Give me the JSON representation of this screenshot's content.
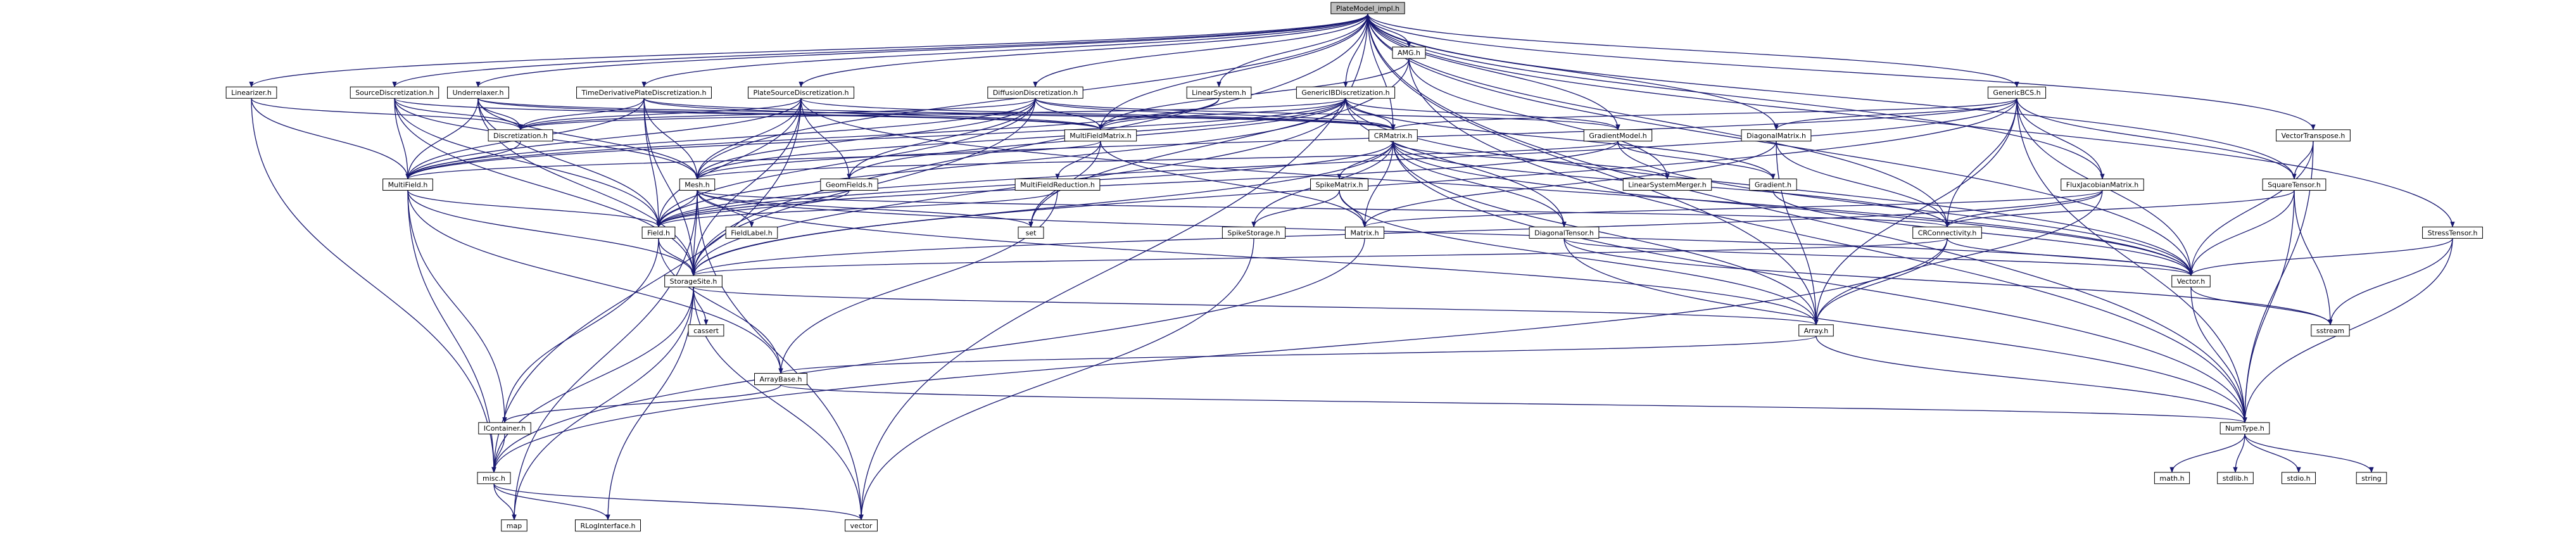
{
  "colors": {
    "edge": "#191970",
    "node_fill": "#ffffff",
    "node_fill_root": "#bfbfbf",
    "node_border": "#000000",
    "node_border_truncated": "#ff0000",
    "node_border_system": "#bfbfbf",
    "text": "#000000"
  },
  "nodes": [
    {
      "id": "platemodel_impl_h",
      "label": "PlateModel_impl.h",
      "kind": "root"
    },
    {
      "id": "amg_h",
      "label": "AMG.h",
      "kind": "truncated"
    },
    {
      "id": "linearizer_h",
      "label": "Linearizer.h",
      "kind": "normal"
    },
    {
      "id": "sourcediscretization_h",
      "label": "SourceDiscretization.h",
      "kind": "truncated"
    },
    {
      "id": "underrelaxer_h",
      "label": "Underrelaxer.h",
      "kind": "normal"
    },
    {
      "id": "timederivativeplatediscretization_h",
      "label": "TimeDerivativePlateDiscretization.h",
      "kind": "normal"
    },
    {
      "id": "platesourcediscretization_h",
      "label": "PlateSourceDiscretization.h",
      "kind": "truncated"
    },
    {
      "id": "diffusiondiscretization_h",
      "label": "DiffusionDiscretization.h",
      "kind": "normal"
    },
    {
      "id": "linearsystem_h",
      "label": "LinearSystem.h",
      "kind": "normal"
    },
    {
      "id": "genericibdiscretization_h",
      "label": "GenericIBDiscretization.h",
      "kind": "truncated"
    },
    {
      "id": "genericbcs_h",
      "label": "GenericBCS.h",
      "kind": "normal"
    },
    {
      "id": "discretization_h",
      "label": "Discretization.h",
      "kind": "normal"
    },
    {
      "id": "multifieldmatrix_h",
      "label": "MultiFieldMatrix.h",
      "kind": "normal"
    },
    {
      "id": "crmatrix_h",
      "label": "CRMatrix.h",
      "kind": "normal"
    },
    {
      "id": "gradientmodel_h",
      "label": "GradientModel.h",
      "kind": "truncated"
    },
    {
      "id": "diagonalmatrix_h",
      "label": "DiagonalMatrix.h",
      "kind": "normal"
    },
    {
      "id": "vectortranspose_h",
      "label": "VectorTranspose.h",
      "kind": "normal"
    },
    {
      "id": "multifield_h",
      "label": "MultiField.h",
      "kind": "normal"
    },
    {
      "id": "mesh_h",
      "label": "Mesh.h",
      "kind": "normal"
    },
    {
      "id": "geomfields_h",
      "label": "GeomFields.h",
      "kind": "normal"
    },
    {
      "id": "multifieldreduction_h",
      "label": "MultiFieldReduction.h",
      "kind": "normal"
    },
    {
      "id": "spikematrix_h",
      "label": "SpikeMatrix.h",
      "kind": "truncated"
    },
    {
      "id": "linearsystemmerger_h",
      "label": "LinearSystemMerger.h",
      "kind": "normal"
    },
    {
      "id": "gradient_h",
      "label": "Gradient.h",
      "kind": "normal"
    },
    {
      "id": "fluxjacobianmatrix_h",
      "label": "FluxJacobianMatrix.h",
      "kind": "normal"
    },
    {
      "id": "squaretensor_h",
      "label": "SquareTensor.h",
      "kind": "normal"
    },
    {
      "id": "field_h",
      "label": "Field.h",
      "kind": "normal"
    },
    {
      "id": "fieldlabel_h",
      "label": "FieldLabel.h",
      "kind": "normal"
    },
    {
      "id": "set",
      "label": "set",
      "kind": "system"
    },
    {
      "id": "spikestorage_h",
      "label": "SpikeStorage.h",
      "kind": "normal"
    },
    {
      "id": "matrix_h",
      "label": "Matrix.h",
      "kind": "normal"
    },
    {
      "id": "diagonaltensor_h",
      "label": "DiagonalTensor.h",
      "kind": "normal"
    },
    {
      "id": "crconnectivity_h",
      "label": "CRConnectivity.h",
      "kind": "normal"
    },
    {
      "id": "stresstensor_h",
      "label": "StressTensor.h",
      "kind": "normal"
    },
    {
      "id": "storagesite_h",
      "label": "StorageSite.h",
      "kind": "normal"
    },
    {
      "id": "vector_h",
      "label": "Vector.h",
      "kind": "normal"
    },
    {
      "id": "cassert",
      "label": "cassert",
      "kind": "system"
    },
    {
      "id": "array_h",
      "label": "Array.h",
      "kind": "normal"
    },
    {
      "id": "sstream",
      "label": "sstream",
      "kind": "system"
    },
    {
      "id": "arraybase_h",
      "label": "ArrayBase.h",
      "kind": "normal"
    },
    {
      "id": "icontainer_h",
      "label": "IContainer.h",
      "kind": "truncated"
    },
    {
      "id": "numtype_h",
      "label": "NumType.h",
      "kind": "normal"
    },
    {
      "id": "misc_h",
      "label": "misc.h",
      "kind": "truncated"
    },
    {
      "id": "math_h",
      "label": "math.h",
      "kind": "system"
    },
    {
      "id": "stdlib_h",
      "label": "stdlib.h",
      "kind": "system"
    },
    {
      "id": "stdio_h",
      "label": "stdio.h",
      "kind": "system"
    },
    {
      "id": "string",
      "label": "string",
      "kind": "system"
    },
    {
      "id": "map",
      "label": "map",
      "kind": "system"
    },
    {
      "id": "rloginterface_h",
      "label": "RLogInterface.h",
      "kind": "truncated"
    },
    {
      "id": "vector",
      "label": "vector",
      "kind": "system"
    }
  ],
  "edges": [
    [
      "platemodel_impl_h",
      "amg_h"
    ],
    [
      "platemodel_impl_h",
      "linearizer_h"
    ],
    [
      "platemodel_impl_h",
      "sourcediscretization_h"
    ],
    [
      "platemodel_impl_h",
      "underrelaxer_h"
    ],
    [
      "platemodel_impl_h",
      "timederivativeplatediscretization_h"
    ],
    [
      "platemodel_impl_h",
      "platesourcediscretization_h"
    ],
    [
      "platemodel_impl_h",
      "diffusiondiscretization_h"
    ],
    [
      "platemodel_impl_h",
      "linearsystem_h"
    ],
    [
      "platemodel_impl_h",
      "genericibdiscretization_h"
    ],
    [
      "platemodel_impl_h",
      "genericbcs_h"
    ],
    [
      "platemodel_impl_h",
      "vectortranspose_h"
    ],
    [
      "platemodel_impl_h",
      "stresstensor_h"
    ],
    [
      "platemodel_impl_h",
      "crmatrix_h"
    ],
    [
      "platemodel_impl_h",
      "gradientmodel_h"
    ],
    [
      "platemodel_impl_h",
      "diagonalmatrix_h"
    ],
    [
      "platemodel_impl_h",
      "multifieldmatrix_h"
    ],
    [
      "platemodel_impl_h",
      "mesh_h"
    ],
    [
      "platemodel_impl_h",
      "crconnectivity_h"
    ],
    [
      "platemodel_impl_h",
      "storagesite_h"
    ],
    [
      "platemodel_impl_h",
      "vector_h"
    ],
    [
      "platemodel_impl_h",
      "squaretensor_h"
    ],
    [
      "platemodel_impl_h",
      "array_h"
    ],
    [
      "platemodel_impl_h",
      "numtype_h"
    ],
    [
      "platemodel_impl_h",
      "fluxjacobianmatrix_h"
    ],
    [
      "platemodel_impl_h",
      "vector"
    ],
    [
      "amg_h",
      "multifieldmatrix_h"
    ],
    [
      "amg_h",
      "linearsystemmerger_h"
    ],
    [
      "amg_h",
      "set"
    ],
    [
      "amg_h",
      "numtype_h"
    ],
    [
      "linearizer_h",
      "multifield_h"
    ],
    [
      "linearizer_h",
      "discretization_h"
    ],
    [
      "linearizer_h",
      "misc_h"
    ],
    [
      "sourcediscretization_h",
      "discretization_h"
    ],
    [
      "sourcediscretization_h",
      "multifield_h"
    ],
    [
      "sourcediscretization_h",
      "mesh_h"
    ],
    [
      "sourcediscretization_h",
      "multifieldmatrix_h"
    ],
    [
      "sourcediscretization_h",
      "storagesite_h"
    ],
    [
      "sourcediscretization_h",
      "field_h"
    ],
    [
      "underrelaxer_h",
      "discretization_h"
    ],
    [
      "underrelaxer_h",
      "multifield_h"
    ],
    [
      "underrelaxer_h",
      "multifieldmatrix_h"
    ],
    [
      "underrelaxer_h",
      "crmatrix_h"
    ],
    [
      "underrelaxer_h",
      "mesh_h"
    ],
    [
      "underrelaxer_h",
      "storagesite_h"
    ],
    [
      "underrelaxer_h",
      "field_h"
    ],
    [
      "timederivativeplatediscretization_h",
      "discretization_h"
    ],
    [
      "timederivativeplatediscretization_h",
      "multifield_h"
    ],
    [
      "timederivativeplatediscretization_h",
      "multifieldmatrix_h"
    ],
    [
      "timederivativeplatediscretization_h",
      "crmatrix_h"
    ],
    [
      "timederivativeplatediscretization_h",
      "mesh_h"
    ],
    [
      "timederivativeplatediscretization_h",
      "field_h"
    ],
    [
      "timederivativeplatediscretization_h",
      "storagesite_h"
    ],
    [
      "platesourcediscretization_h",
      "discretization_h"
    ],
    [
      "platesourcediscretization_h",
      "multifield_h"
    ],
    [
      "platesourcediscretization_h",
      "mesh_h"
    ],
    [
      "platesourcediscretization_h",
      "geomfields_h"
    ],
    [
      "platesourcediscretization_h",
      "crmatrix_h"
    ],
    [
      "platesourcediscretization_h",
      "field_h"
    ],
    [
      "platesourcediscretization_h",
      "storagesite_h"
    ],
    [
      "platesourcediscretization_h",
      "vector_h"
    ],
    [
      "platesourcediscretization_h",
      "misc_h"
    ],
    [
      "diffusiondiscretization_h",
      "discretization_h"
    ],
    [
      "diffusiondiscretization_h",
      "multifield_h"
    ],
    [
      "diffusiondiscretization_h",
      "multifieldmatrix_h"
    ],
    [
      "diffusiondiscretization_h",
      "crmatrix_h"
    ],
    [
      "diffusiondiscretization_h",
      "mesh_h"
    ],
    [
      "diffusiondiscretization_h",
      "geomfields_h"
    ],
    [
      "diffusiondiscretization_h",
      "gradientmodel_h"
    ],
    [
      "diffusiondiscretization_h",
      "field_h"
    ],
    [
      "diffusiondiscretization_h",
      "storagesite_h"
    ],
    [
      "linearsystem_h",
      "multifieldmatrix_h"
    ],
    [
      "linearsystem_h",
      "multifield_h"
    ],
    [
      "genericibdiscretization_h",
      "discretization_h"
    ],
    [
      "genericibdiscretization_h",
      "multifield_h"
    ],
    [
      "genericibdiscretization_h",
      "multifieldmatrix_h"
    ],
    [
      "genericibdiscretization_h",
      "crmatrix_h"
    ],
    [
      "genericibdiscretization_h",
      "mesh_h"
    ],
    [
      "genericibdiscretization_h",
      "geomfields_h"
    ],
    [
      "genericibdiscretization_h",
      "gradientmodel_h"
    ],
    [
      "genericibdiscretization_h",
      "diagonaltensor_h"
    ],
    [
      "genericibdiscretization_h",
      "field_h"
    ],
    [
      "genericibdiscretization_h",
      "storagesite_h"
    ],
    [
      "genericibdiscretization_h",
      "vector_h"
    ],
    [
      "genericibdiscretization_h",
      "gradient_h"
    ],
    [
      "genericbcs_h",
      "mesh_h"
    ],
    [
      "genericbcs_h",
      "crmatrix_h"
    ],
    [
      "genericbcs_h",
      "diagonalmatrix_h"
    ],
    [
      "genericbcs_h",
      "fluxjacobianmatrix_h"
    ],
    [
      "genericbcs_h",
      "squaretensor_h"
    ],
    [
      "genericbcs_h",
      "vector_h"
    ],
    [
      "genericbcs_h",
      "array_h"
    ],
    [
      "genericbcs_h",
      "crconnectivity_h"
    ],
    [
      "genericbcs_h",
      "storagesite_h"
    ],
    [
      "genericbcs_h",
      "field_h"
    ],
    [
      "genericbcs_h",
      "numtype_h"
    ],
    [
      "discretization_h",
      "multifield_h"
    ],
    [
      "multifieldmatrix_h",
      "multifield_h"
    ],
    [
      "multifieldmatrix_h",
      "multifieldreduction_h"
    ],
    [
      "multifieldmatrix_h",
      "matrix_h"
    ],
    [
      "multifieldmatrix_h",
      "set"
    ],
    [
      "crmatrix_h",
      "matrix_h"
    ],
    [
      "crmatrix_h",
      "spikematrix_h"
    ],
    [
      "crmatrix_h",
      "crconnectivity_h"
    ],
    [
      "crmatrix_h",
      "array_h"
    ],
    [
      "crmatrix_h",
      "storagesite_h"
    ],
    [
      "crmatrix_h",
      "field_h"
    ],
    [
      "crmatrix_h",
      "spikestorage_h"
    ],
    [
      "crmatrix_h",
      "diagonaltensor_h"
    ],
    [
      "crmatrix_h",
      "vector_h"
    ],
    [
      "crmatrix_h",
      "linearsystemmerger_h"
    ],
    [
      "crmatrix_h",
      "numtype_h"
    ],
    [
      "gradientmodel_h",
      "gradient_h"
    ],
    [
      "gradientmodel_h",
      "mesh_h"
    ],
    [
      "gradientmodel_h",
      "field_h"
    ],
    [
      "gradientmodel_h",
      "vector_h"
    ],
    [
      "diagonalmatrix_h",
      "matrix_h"
    ],
    [
      "diagonalmatrix_h",
      "array_h"
    ],
    [
      "diagonalmatrix_h",
      "crconnectivity_h"
    ],
    [
      "vectortranspose_h",
      "squaretensor_h"
    ],
    [
      "vectortranspose_h",
      "vector_h"
    ],
    [
      "vectortranspose_h",
      "numtype_h"
    ],
    [
      "multifield_h",
      "field_h"
    ],
    [
      "multifield_h",
      "storagesite_h"
    ],
    [
      "multifield_h",
      "arraybase_h"
    ],
    [
      "multifield_h",
      "icontainer_h"
    ],
    [
      "multifield_h",
      "misc_h"
    ],
    [
      "mesh_h",
      "field_h"
    ],
    [
      "mesh_h",
      "fieldlabel_h"
    ],
    [
      "mesh_h",
      "storagesite_h"
    ],
    [
      "mesh_h",
      "crconnectivity_h"
    ],
    [
      "mesh_h",
      "array_h"
    ],
    [
      "mesh_h",
      "vector_h"
    ],
    [
      "mesh_h",
      "set"
    ],
    [
      "mesh_h",
      "vector"
    ],
    [
      "mesh_h",
      "map"
    ],
    [
      "geomfields_h",
      "field_h"
    ],
    [
      "multifieldreduction_h",
      "field_h"
    ],
    [
      "multifieldreduction_h",
      "arraybase_h"
    ],
    [
      "spikematrix_h",
      "matrix_h"
    ],
    [
      "spikematrix_h",
      "spikestorage_h"
    ],
    [
      "spikematrix_h",
      "array_h"
    ],
    [
      "gradient_h",
      "vector_h"
    ],
    [
      "fluxjacobianmatrix_h",
      "matrix_h"
    ],
    [
      "fluxjacobianmatrix_h",
      "crconnectivity_h"
    ],
    [
      "fluxjacobianmatrix_h",
      "array_h"
    ],
    [
      "fluxjacobianmatrix_h",
      "storagesite_h"
    ],
    [
      "squaretensor_h",
      "vector_h"
    ],
    [
      "squaretensor_h",
      "numtype_h"
    ],
    [
      "squaretensor_h",
      "sstream"
    ],
    [
      "squaretensor_h",
      "crconnectivity_h"
    ],
    [
      "field_h",
      "storagesite_h"
    ],
    [
      "field_h",
      "icontainer_h"
    ],
    [
      "field_h",
      "arraybase_h"
    ],
    [
      "spikestorage_h",
      "vector"
    ],
    [
      "matrix_h",
      "misc_h"
    ],
    [
      "diagonaltensor_h",
      "vector_h"
    ],
    [
      "diagonaltensor_h",
      "numtype_h"
    ],
    [
      "diagonaltensor_h",
      "sstream"
    ],
    [
      "crconnectivity_h",
      "storagesite_h"
    ],
    [
      "crconnectivity_h",
      "array_h"
    ],
    [
      "crconnectivity_h",
      "vector_h"
    ],
    [
      "crconnectivity_h",
      "misc_h"
    ],
    [
      "stresstensor_h",
      "vector_h"
    ],
    [
      "stresstensor_h",
      "numtype_h"
    ],
    [
      "stresstensor_h",
      "sstream"
    ],
    [
      "storagesite_h",
      "array_h"
    ],
    [
      "storagesite_h",
      "misc_h"
    ],
    [
      "storagesite_h",
      "rloginterface_h"
    ],
    [
      "storagesite_h",
      "cassert"
    ],
    [
      "storagesite_h",
      "map"
    ],
    [
      "storagesite_h",
      "vector"
    ],
    [
      "vector_h",
      "numtype_h"
    ],
    [
      "vector_h",
      "sstream"
    ],
    [
      "array_h",
      "arraybase_h"
    ],
    [
      "array_h",
      "numtype_h"
    ],
    [
      "arraybase_h",
      "icontainer_h"
    ],
    [
      "arraybase_h",
      "numtype_h"
    ],
    [
      "icontainer_h",
      "misc_h"
    ],
    [
      "numtype_h",
      "math_h"
    ],
    [
      "numtype_h",
      "stdlib_h"
    ],
    [
      "numtype_h",
      "stdio_h"
    ],
    [
      "numtype_h",
      "string"
    ],
    [
      "misc_h",
      "map"
    ],
    [
      "misc_h",
      "vector"
    ],
    [
      "misc_h",
      "rloginterface_h"
    ]
  ]
}
